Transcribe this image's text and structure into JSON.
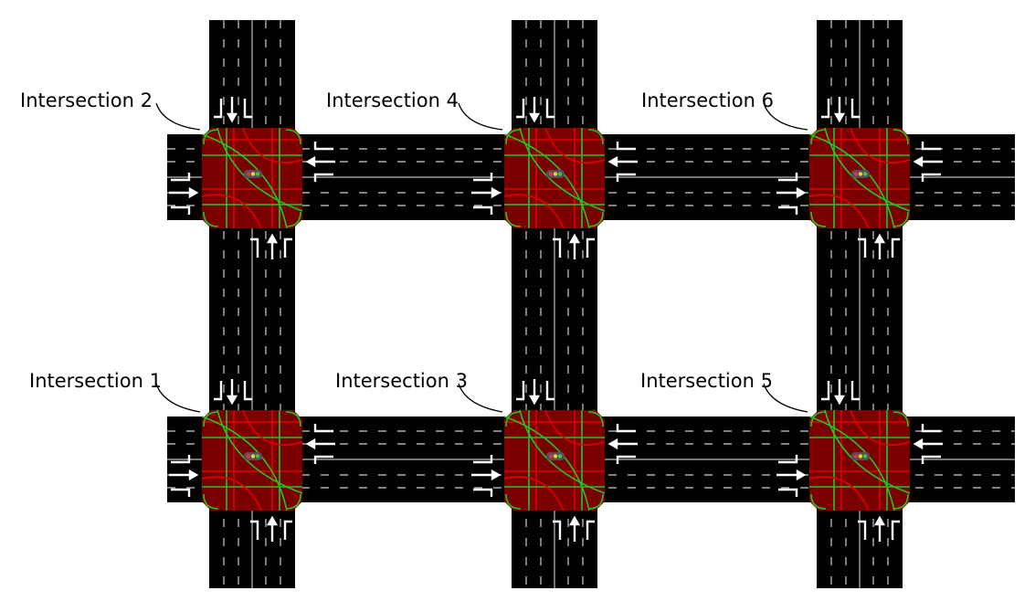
{
  "diagram": {
    "intersections": [
      {
        "id": 1,
        "label": "Intersection 1",
        "row": "bottom",
        "column": 1
      },
      {
        "id": 2,
        "label": "Intersection 2",
        "row": "top",
        "column": 1
      },
      {
        "id": 3,
        "label": "Intersection 3",
        "row": "bottom",
        "column": 2
      },
      {
        "id": 4,
        "label": "Intersection 4",
        "row": "top",
        "column": 2
      },
      {
        "id": 5,
        "label": "Intersection 5",
        "row": "bottom",
        "column": 3
      },
      {
        "id": 6,
        "label": "Intersection 6",
        "row": "top",
        "column": 3
      }
    ],
    "colors": {
      "road": "#000000",
      "intersection_fill": "#7a0000",
      "phase_green": "#22c622",
      "phase_red": "#e00000",
      "lane_marking": "#ffffff",
      "signal_housing": "#5a4a5a",
      "signal_lights": [
        "#d23c3c",
        "#e6d22a",
        "#3cc83c"
      ]
    },
    "icons": [
      "traffic-light-icon",
      "lane-arrow-icon"
    ]
  }
}
